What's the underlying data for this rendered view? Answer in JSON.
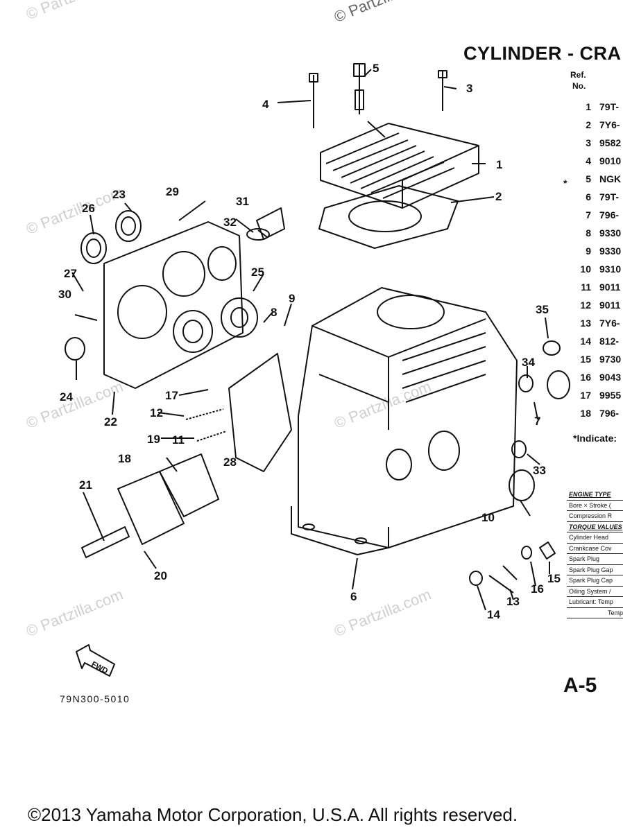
{
  "watermark": "© Partzilla.com",
  "title": "CYLINDER - CRA",
  "table_header": {
    "ref": "Ref.",
    "no": "No."
  },
  "parts": [
    {
      "ref": "1",
      "part": "79T-"
    },
    {
      "ref": "2",
      "part": "7Y6-"
    },
    {
      "ref": "3",
      "part": "9582"
    },
    {
      "ref": "4",
      "part": "9010"
    },
    {
      "ref": "5",
      "part": "NGK"
    },
    {
      "ref": "6",
      "part": "79T-"
    },
    {
      "ref": "7",
      "part": "796-"
    },
    {
      "ref": "8",
      "part": "9330"
    },
    {
      "ref": "9",
      "part": "9330"
    },
    {
      "ref": "10",
      "part": "9310"
    },
    {
      "ref": "11",
      "part": "9011"
    },
    {
      "ref": "12",
      "part": "9011"
    },
    {
      "ref": "13",
      "part": "7Y6-"
    },
    {
      "ref": "14",
      "part": "812-"
    },
    {
      "ref": "15",
      "part": "9730"
    },
    {
      "ref": "16",
      "part": "9043"
    },
    {
      "ref": "17",
      "part": "9955"
    },
    {
      "ref": "18",
      "part": "796-"
    }
  ],
  "star_mark": "*",
  "indicates_note": "*Indicate:",
  "spec_table": [
    {
      "text": "ENGINE TYPE",
      "header": true
    },
    {
      "text": "Bore × Stroke (",
      "header": false
    },
    {
      "text": "Compression R",
      "header": false
    },
    {
      "text": "TORQUE VALUES",
      "header": true
    },
    {
      "text": "Cylinder Head",
      "header": false
    },
    {
      "text": "Crankcase Cov",
      "header": false
    },
    {
      "text": "Spark Plug",
      "header": false
    },
    {
      "text": "Spark Plug Gap",
      "header": false
    },
    {
      "text": "Spark Plug Cap",
      "header": false
    },
    {
      "text": "Oiling System /",
      "header": false
    },
    {
      "text": "Lubricant: Temp",
      "header": false
    },
    {
      "text": "Temp",
      "header": false
    }
  ],
  "callouts": [
    "1",
    "2",
    "3",
    "4",
    "5",
    "6",
    "7",
    "8",
    "9",
    "10",
    "11",
    "12",
    "13",
    "14",
    "15",
    "16",
    "17",
    "18",
    "19",
    "20",
    "21",
    "22",
    "23",
    "24",
    "25",
    "26",
    "27",
    "28",
    "29",
    "30",
    "31",
    "32",
    "33",
    "34",
    "35"
  ],
  "fwd_label": "FWD",
  "page_code": "A-5",
  "drawing_code": "79N300-5010",
  "copyright": "©2013 Yamaha Motor Corporation, U.S.A. All rights reserved."
}
